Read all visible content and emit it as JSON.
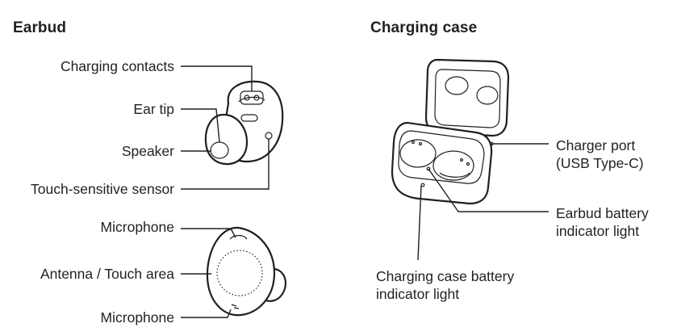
{
  "earbud": {
    "title": "Earbud",
    "labels": {
      "charging_contacts": "Charging contacts",
      "ear_tip": "Ear tip",
      "speaker": "Speaker",
      "touch_sensor": "Touch-sensitive sensor",
      "microphone_top": "Microphone",
      "antenna": "Antenna / Touch area",
      "microphone_bottom": "Microphone"
    }
  },
  "charging_case": {
    "title": "Charging case",
    "labels": {
      "charger_port_line1": "Charger port",
      "charger_port_line2": "(USB Type-C)",
      "earbud_battery_line1": "Earbud battery",
      "earbud_battery_line2": "indicator light",
      "case_battery_line1": "Charging case battery",
      "case_battery_line2": "indicator light"
    }
  }
}
